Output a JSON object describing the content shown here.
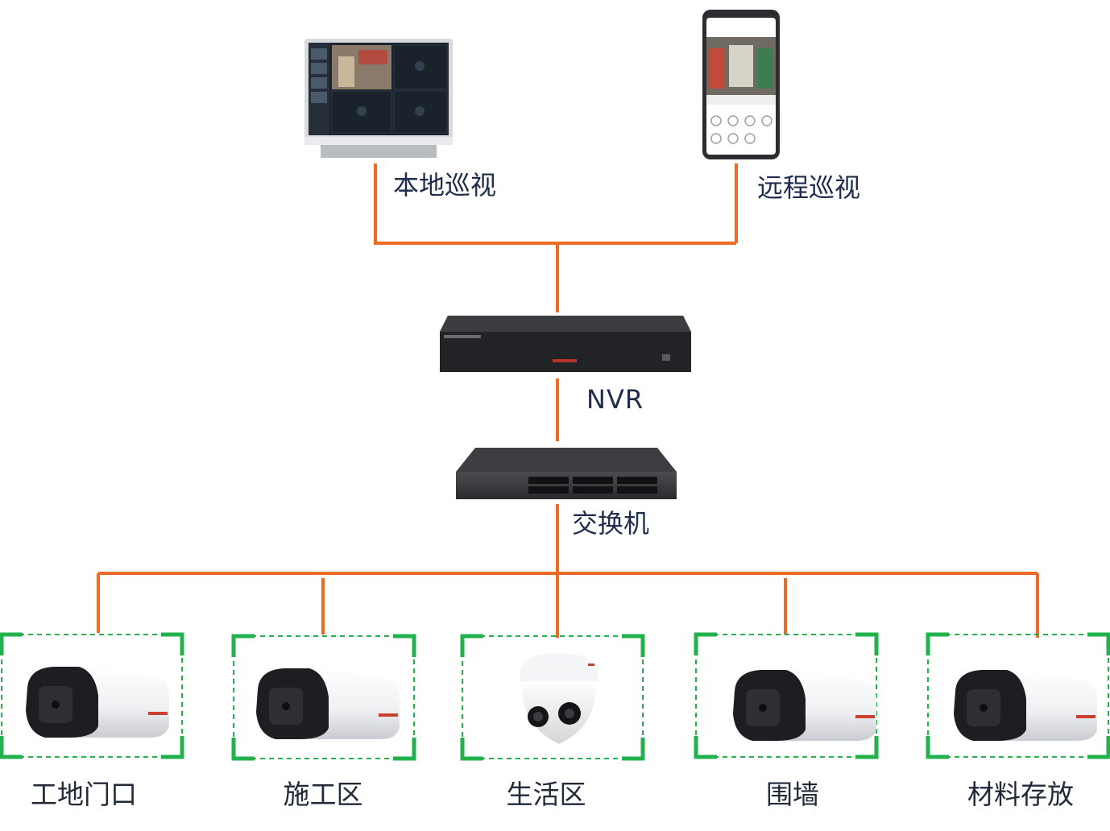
{
  "diagram": {
    "colors": {
      "line": "#ee6b26",
      "frame": "#22b14c",
      "text": "#1f2d4d"
    },
    "devices": {
      "local_monitor": {
        "label": "本地巡视",
        "icon": "desktop-monitor-icon"
      },
      "remote_phone": {
        "label": "远程巡视",
        "icon": "smartphone-icon"
      },
      "nvr": {
        "label": "NVR",
        "icon": "nvr-recorder-icon"
      },
      "switch": {
        "label": "交换机",
        "icon": "network-switch-icon"
      }
    },
    "cameras": [
      {
        "label": "工地门口",
        "type": "bullet",
        "icon": "bullet-camera-icon"
      },
      {
        "label": "施工区",
        "type": "bullet",
        "icon": "bullet-camera-icon"
      },
      {
        "label": "生活区",
        "type": "dome",
        "icon": "dome-camera-icon"
      },
      {
        "label": "围墙",
        "type": "bullet",
        "icon": "bullet-camera-icon"
      },
      {
        "label": "材料存放",
        "type": "bullet",
        "icon": "bullet-camera-icon"
      }
    ]
  }
}
